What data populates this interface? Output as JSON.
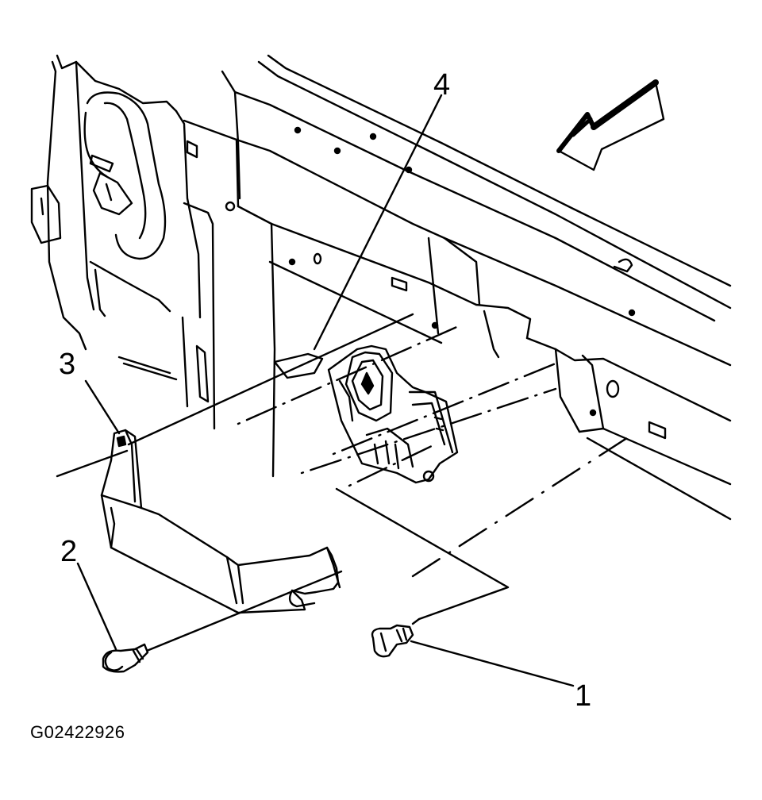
{
  "figure_id": "G02422926",
  "callouts": {
    "c1": "1",
    "c2": "2",
    "c3": "3",
    "c4": "4"
  },
  "colors": {
    "line": "#000000",
    "background": "#ffffff"
  },
  "icons": {
    "direction_arrow": "forward-direction-arrow-icon"
  }
}
